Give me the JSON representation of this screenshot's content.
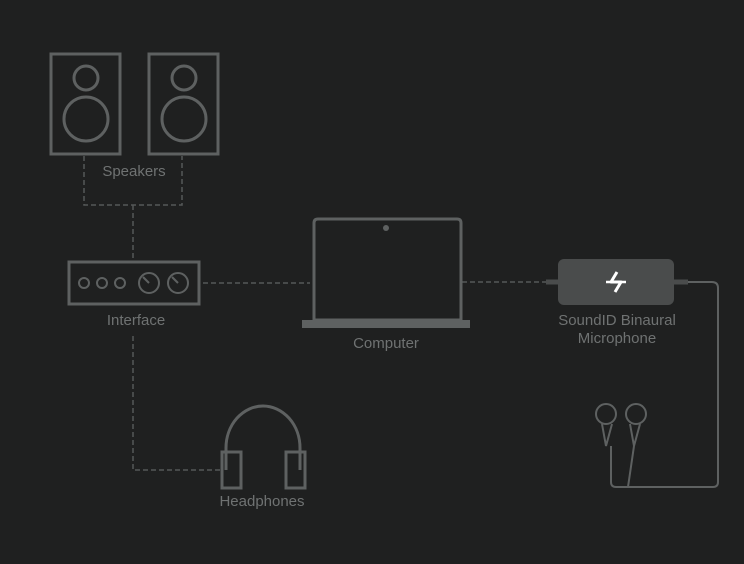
{
  "colors": {
    "background": "#1f2020",
    "outline": "#5e6161",
    "label": "#6f7272",
    "mic_body": "#4a4c4c",
    "mic_icon": "#ffffff"
  },
  "labels": {
    "speakers": "Speakers",
    "interface": "Interface",
    "computer": "Computer",
    "microphone_line1": "SoundID Binaural",
    "microphone_line2": "Microphone",
    "headphones": "Headphones"
  },
  "icons": [
    "speaker-icon",
    "audio-interface-icon",
    "laptop-icon",
    "soundid-logo-icon",
    "headphones-icon",
    "earbuds-icon"
  ]
}
